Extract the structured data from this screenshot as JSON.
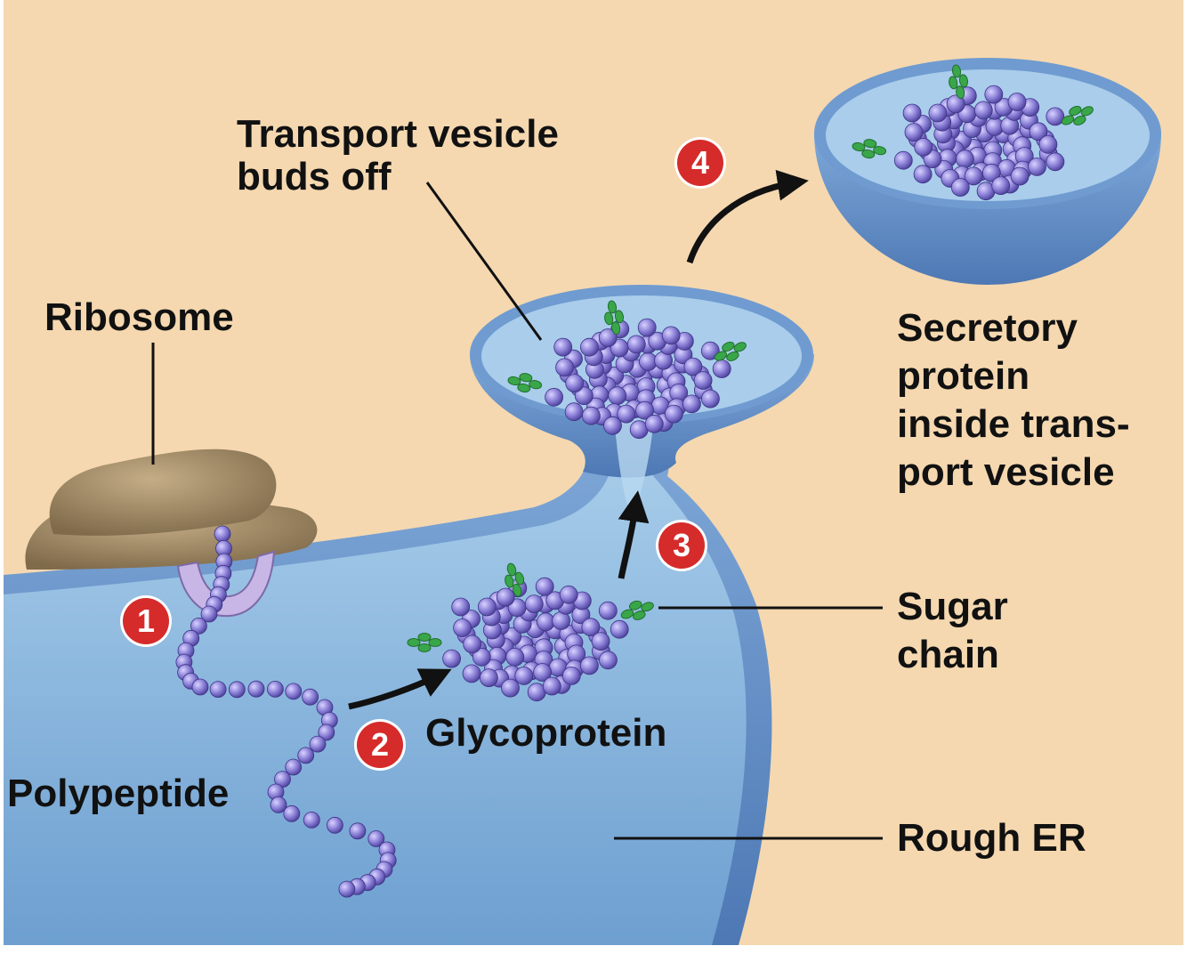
{
  "labels": {
    "transport_vesicle_line1": "Transport vesicle",
    "transport_vesicle_line2": "buds off",
    "ribosome": "Ribosome",
    "secretory_line1": "Secretory",
    "secretory_line2": "protein",
    "secretory_line3": "inside trans-",
    "secretory_line4": "port vesicle",
    "sugar_line1": "Sugar",
    "sugar_line2": "chain",
    "glycoprotein": "Glycoprotein",
    "polypeptide": "Polypeptide",
    "rough_er": "Rough ER"
  },
  "steps": [
    "1",
    "2",
    "3",
    "4"
  ],
  "colors": {
    "background": "#f5d8b0",
    "er_lumen": "#8ab6dc",
    "er_membrane": "#5f8ec4",
    "protein_bead": "#8a7fd6",
    "sugar": "#3aa64a",
    "ribosome": "#a58e6a",
    "step_badge": "#d62b2b"
  }
}
